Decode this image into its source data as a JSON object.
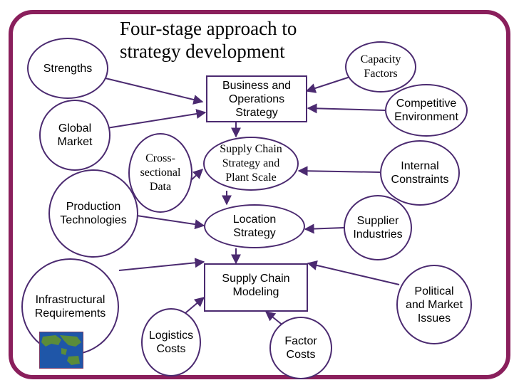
{
  "title": "Four-stage approach to\nstrategy development",
  "left_factors": {
    "strengths": "Strengths",
    "global_market": "Global\nMarket",
    "production_technologies": "Production\nTechnologies",
    "infrastructural_requirements": "Infrastructural\nRequirements",
    "logistics_costs": "Logistics\nCosts",
    "cross_sectional_data": "Cross-\nsectional\nData"
  },
  "stages": {
    "business_operations": "Business and\nOperations\nStrategy",
    "supply_chain_strategy": "Supply Chain\nStrategy and\nPlant Scale",
    "location_strategy": "Location\nStrategy",
    "supply_chain_modeling": "Supply Chain\nModeling"
  },
  "right_factors": {
    "capacity_factors": "Capacity\nFactors",
    "competitive_environment": "Competitive\nEnvironment",
    "internal_constraints": "Internal\nConstraints",
    "supplier_industries": "Supplier\nIndustries",
    "political_market_issues": "Political\nand Market\nIssues",
    "factor_costs": "Factor\nCosts"
  },
  "colors": {
    "frame": "#8a1f5c",
    "outline": "#4b2a70",
    "arrow": "#4b2a70",
    "map_water": "#1f56a8",
    "map_land": "#5b8c3a"
  },
  "decor": {
    "map_image": "world-map-thumbnail"
  }
}
